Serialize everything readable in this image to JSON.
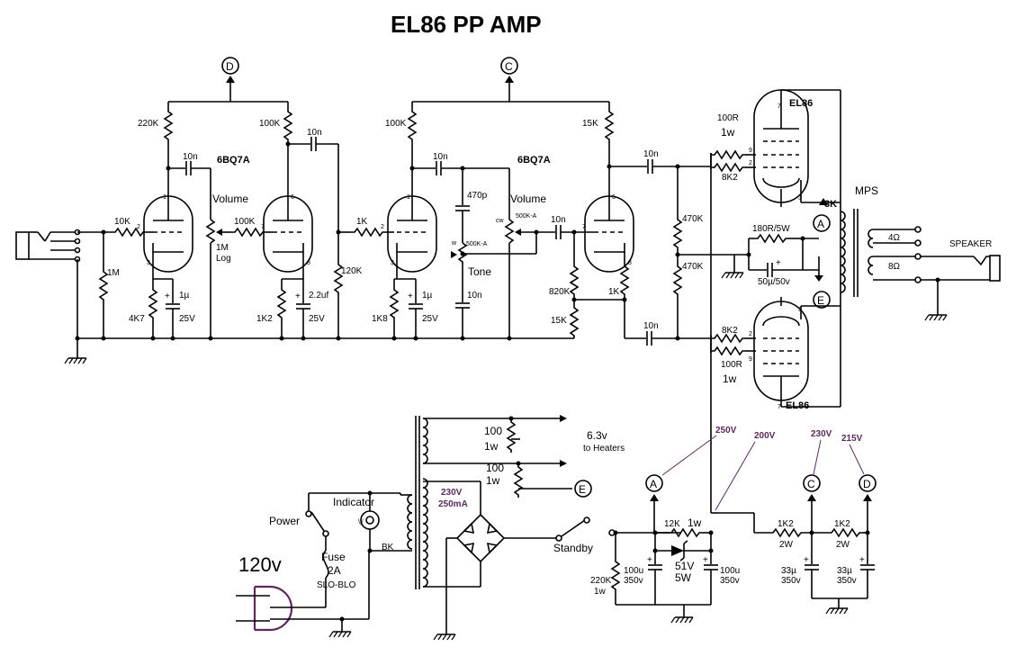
{
  "title": "EL86 PP AMP",
  "nodes": {
    "a": "A",
    "c": "C",
    "d": "D",
    "e": "E"
  },
  "tubes": {
    "v1_type": "6BQ7A",
    "v2_type": "6BQ7A",
    "out1_type": "EL86",
    "out2_type": "EL86",
    "pins": {
      "p1": "1",
      "p2": "2",
      "p3": "3",
      "p6": "6",
      "p7": "7",
      "p8": "8",
      "p9": "9"
    }
  },
  "resistors": {
    "r220k": "220K",
    "r100k_a": "100K",
    "r100k_b": "100K",
    "r15k_a": "15K",
    "r10k": "10K",
    "r1m": "1M",
    "r4k7": "4K7",
    "r100k_grid": "100K",
    "r1k2": "1K2",
    "r120k": "120K",
    "r1k_grid": "1K",
    "r1k8": "1K8",
    "r820k": "820K",
    "r15k_b": "15K",
    "r1k_cath": "1K",
    "r470k_a": "470K",
    "r470k_b": "470K",
    "r100r_a": "100R",
    "r1w_a": "1w",
    "r8k2_a": "8K2",
    "r8k2_b": "8K2",
    "r100r_b": "100R",
    "r1w_b": "1w",
    "r180r": "180R/5W",
    "r100_a": "100",
    "r1w_c": "1w",
    "r100_b": "100",
    "r1w_d": "1w",
    "r12k": "12K",
    "r1w_e": "1w",
    "r220k_b": "220K",
    "r1w_f": "1w",
    "r1k2_a": "1K2",
    "r2w_a": "2W",
    "r1k2_b": "1K2",
    "r2w_b": "2W"
  },
  "capacitors": {
    "c10n_1": "10n",
    "c10n_2": "10n",
    "c1u_a": "1µ",
    "c25v_a": "25V",
    "c22uf": "2.2uf",
    "c25v_b": "25V",
    "c10n_3": "10n",
    "c470p": "470p",
    "c10n_tone": "10n",
    "c1u_b": "1µ",
    "c25v_c": "25V",
    "c10n_4": "10n",
    "c10n_5": "10n",
    "c10n_6": "10n",
    "c50u": "50µ/50v",
    "c100u_a": "100u",
    "c350v_a": "350v",
    "c100u_b": "100u",
    "c350v_b": "350v",
    "c33u_a": "33µ",
    "c350v_c": "350v",
    "c33u_b": "33µ",
    "c350v_d": "350v"
  },
  "controls": {
    "volume_1": "Volume",
    "pot1_value": "1M",
    "pot1_taper": "Log",
    "volume_2": "Volume",
    "pot2_value": "500K-A",
    "pot2_cw": "cw",
    "tone": "Tone",
    "tone_pot": "500K-A",
    "tone_w": "w"
  },
  "output": {
    "transformer_primary": "3K",
    "transformer_brand": "MPS",
    "tap_4": "4Ω",
    "tap_8": "8Ω",
    "speaker": "SPEAKER"
  },
  "power": {
    "heater_label": "6.3v",
    "heater_note": "to Heaters",
    "secondary_v": "230V",
    "secondary_i": "250mA",
    "standby": "Standby",
    "zener_v": "51V",
    "zener_w": "5W",
    "indicator": "Indicator",
    "power_switch": "Power",
    "fuse": "Fuse",
    "fuse_rating": "2A",
    "fuse_type": "SLO-BLO",
    "mains": "120v",
    "bk": "BK"
  },
  "voltages": {
    "v250": "250V",
    "v200": "200V",
    "v230": "230V",
    "v215": "215V"
  },
  "colors": {
    "ink": "#000000",
    "annotation": "#5a2a5a",
    "background": "#ffffff"
  }
}
